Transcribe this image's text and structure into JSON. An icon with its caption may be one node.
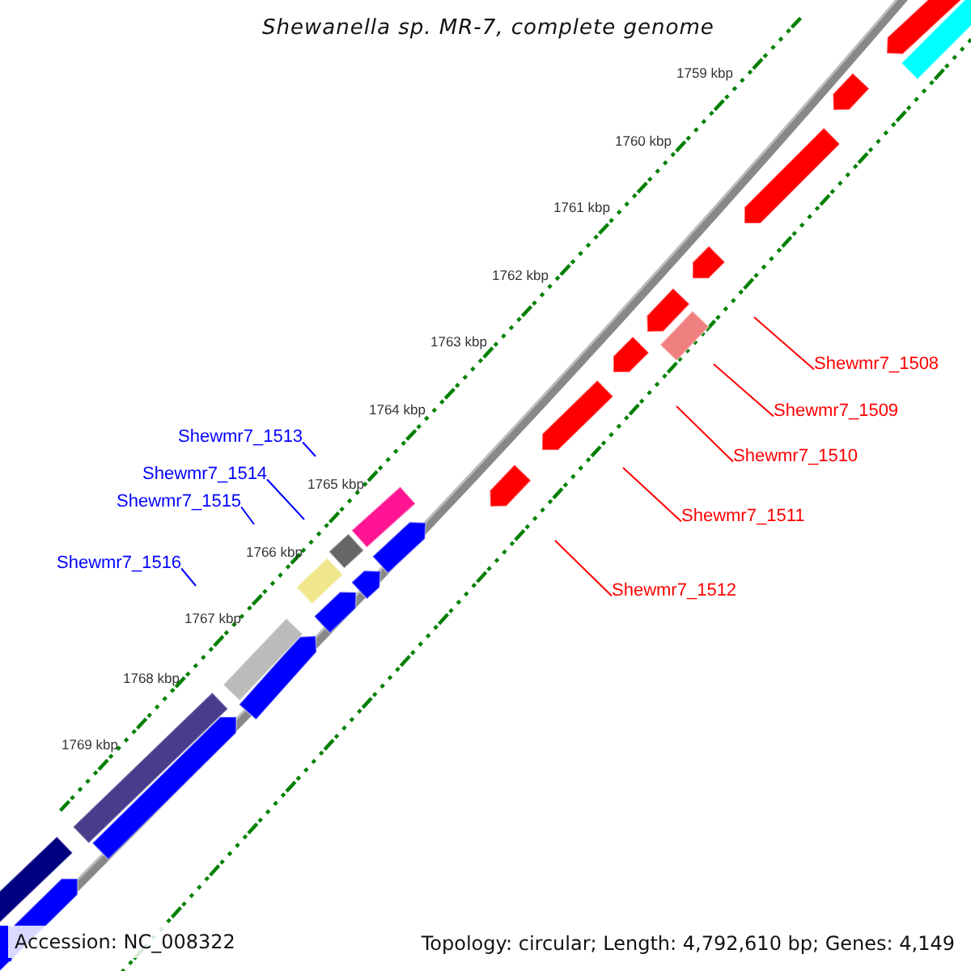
{
  "diagram": {
    "title": "Shewanella sp. MR-7, complete genome",
    "nodes": [
      {
        "text": [
          "Shewmr7_1508"
        ]
      },
      {
        "text": [
          "Shewmr7_1509"
        ]
      },
      {
        "text": [
          "Shewmr7_1513"
        ]
      },
      {
        "text": [
          "Shewmr7_1510"
        ]
      },
      {
        "text": [
          "Shewmr7_1514"
        ]
      },
      {
        "text": [
          "Shewmr7_1515"
        ]
      },
      {
        "text": [
          "Shewmr7_1511"
        ]
      },
      {
        "text": [
          "Shewmr7_1516"
        ]
      },
      {
        "text": [
          "Shewmr7_1512"
        ]
      }
    ],
    "edges": [
      {
        "from": 0,
        "to": null,
        "arrow": "none"
      },
      {
        "from": 1,
        "to": null,
        "arrow": "none"
      },
      {
        "from": 2,
        "to": null,
        "arrow": "none",
        "color": "#0000ff"
      },
      {
        "from": 3,
        "to": null,
        "arrow": "none"
      },
      {
        "from": 4,
        "to": null,
        "arrow": "none",
        "color": "#0000ff"
      },
      {
        "from": 5,
        "to": null,
        "arrow": "none",
        "color": "#0000ff"
      },
      {
        "from": 6,
        "to": null,
        "arrow": "none"
      },
      {
        "from": 7,
        "to": null,
        "arrow": "none",
        "color": "#0000ff"
      },
      {
        "from": 8,
        "to": null,
        "arrow": "none"
      }
    ],
    "labels": [
      "1759 kbp",
      "1760 kbp",
      "1761 kbp",
      "1762 kbp",
      "1763 kbp",
      "1764 kbp",
      "1765 kbp",
      "1766 kbp",
      "1767 kbp",
      "1768 kbp",
      "1769 kbp",
      "Accession: NC_008322",
      "Topology: circular; Length: 4,792,610 bp; Genes: 4,149"
    ]
  }
}
